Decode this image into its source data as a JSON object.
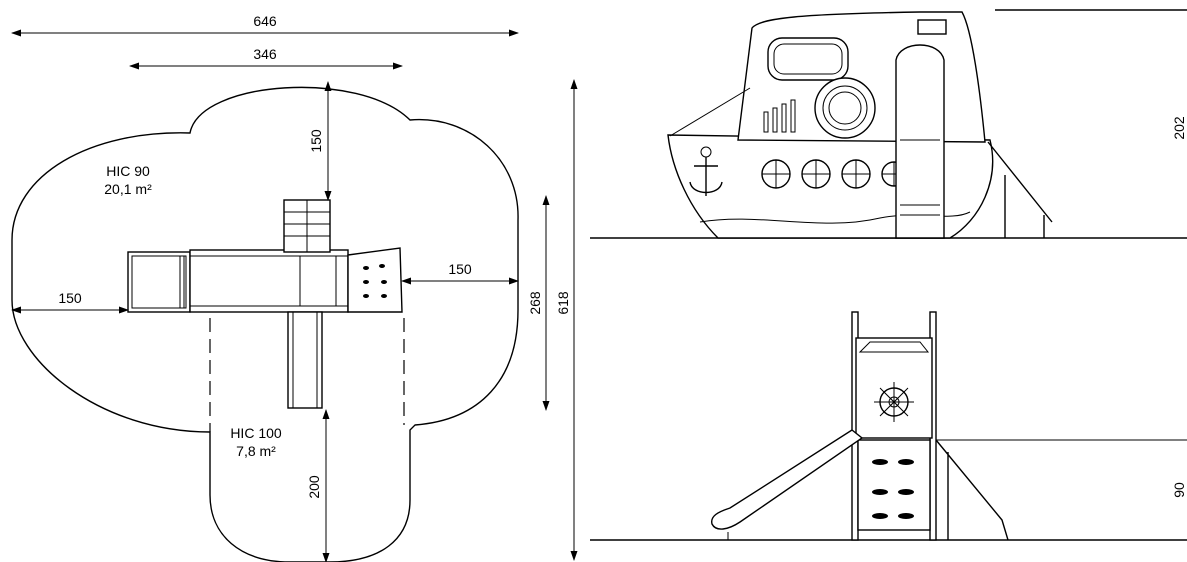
{
  "plan": {
    "dim_total_width": "646",
    "dim_inner_width": "346",
    "dim_top": "150",
    "dim_left": "150",
    "dim_right": "150",
    "dim_bottom": "200",
    "dim_height_268": "268",
    "dim_height_618": "618",
    "zone1_label": "HIC 90",
    "zone1_area": "20,1 m²",
    "zone2_label": "HIC 100",
    "zone2_area": "7,8 m²"
  },
  "elevation": {
    "height_side": "202",
    "height_front": "90"
  }
}
